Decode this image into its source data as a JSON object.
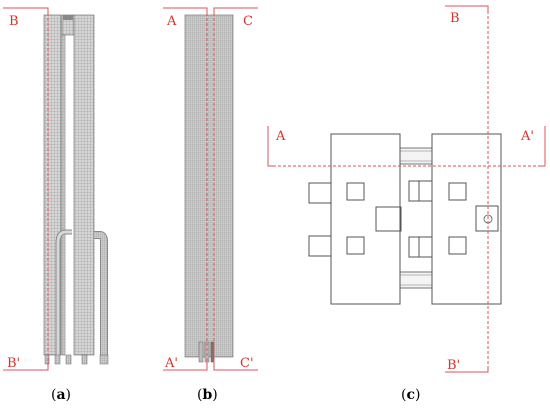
{
  "panel_a": {
    "section_label_top": "B",
    "section_label_bottom": "B'",
    "caption_open": "(",
    "caption_letter": "a",
    "caption_close": ")"
  },
  "panel_b": {
    "section_label_top_left": "A",
    "section_label_top_right": "C",
    "section_label_bottom_left": "A'",
    "section_label_bottom_right": "C'",
    "caption_open": "(",
    "caption_letter": "b",
    "caption_close": ")"
  },
  "panel_c": {
    "section_label_top": "B",
    "section_label_bottom": "B'",
    "section_label_left": "A",
    "section_label_right": "A'",
    "caption_open": "(",
    "caption_letter": "c",
    "caption_close": ")"
  },
  "colors": {
    "section_line": "#e0505a",
    "mesh": "#8a8a8a",
    "mesh_fill": "#d4d4d4",
    "outline": "#444444"
  }
}
